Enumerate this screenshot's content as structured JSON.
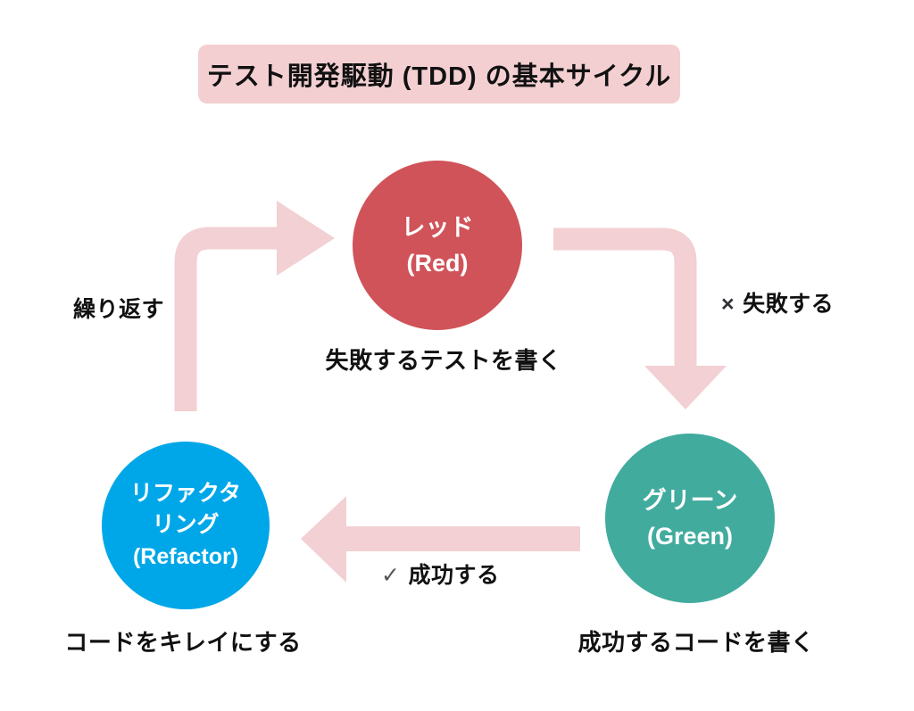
{
  "title": "テスト開発駆動 (TDD) の基本サイクル",
  "colors": {
    "title_bg": "#f3cfd2",
    "arrow": "#f2d0d3",
    "node_red": "#d05359",
    "node_green": "#41ab9e",
    "node_blue": "#00a7e8",
    "node_text": "#ffffff",
    "label_text": "#111111",
    "check_mark": "#53575c",
    "cross_mark": "#2f3237"
  },
  "nodes": {
    "red": {
      "title_ja": "レッド",
      "title_en": "(Red)",
      "caption": "失敗するテストを書く"
    },
    "green": {
      "title_ja": "グリーン",
      "title_en": "(Green)",
      "caption": "成功するコードを書く"
    },
    "refactor": {
      "title_ja_line1": "リファクタ",
      "title_ja_line2": "リング",
      "title_en": "(Refactor)",
      "caption": "コードをキレイにする"
    }
  },
  "edges": {
    "red_to_green": {
      "symbol": "×",
      "label": "失敗する"
    },
    "green_to_refactor": {
      "symbol": "✓",
      "label": "成功する"
    },
    "refactor_to_red": {
      "label": "繰り返す"
    }
  }
}
